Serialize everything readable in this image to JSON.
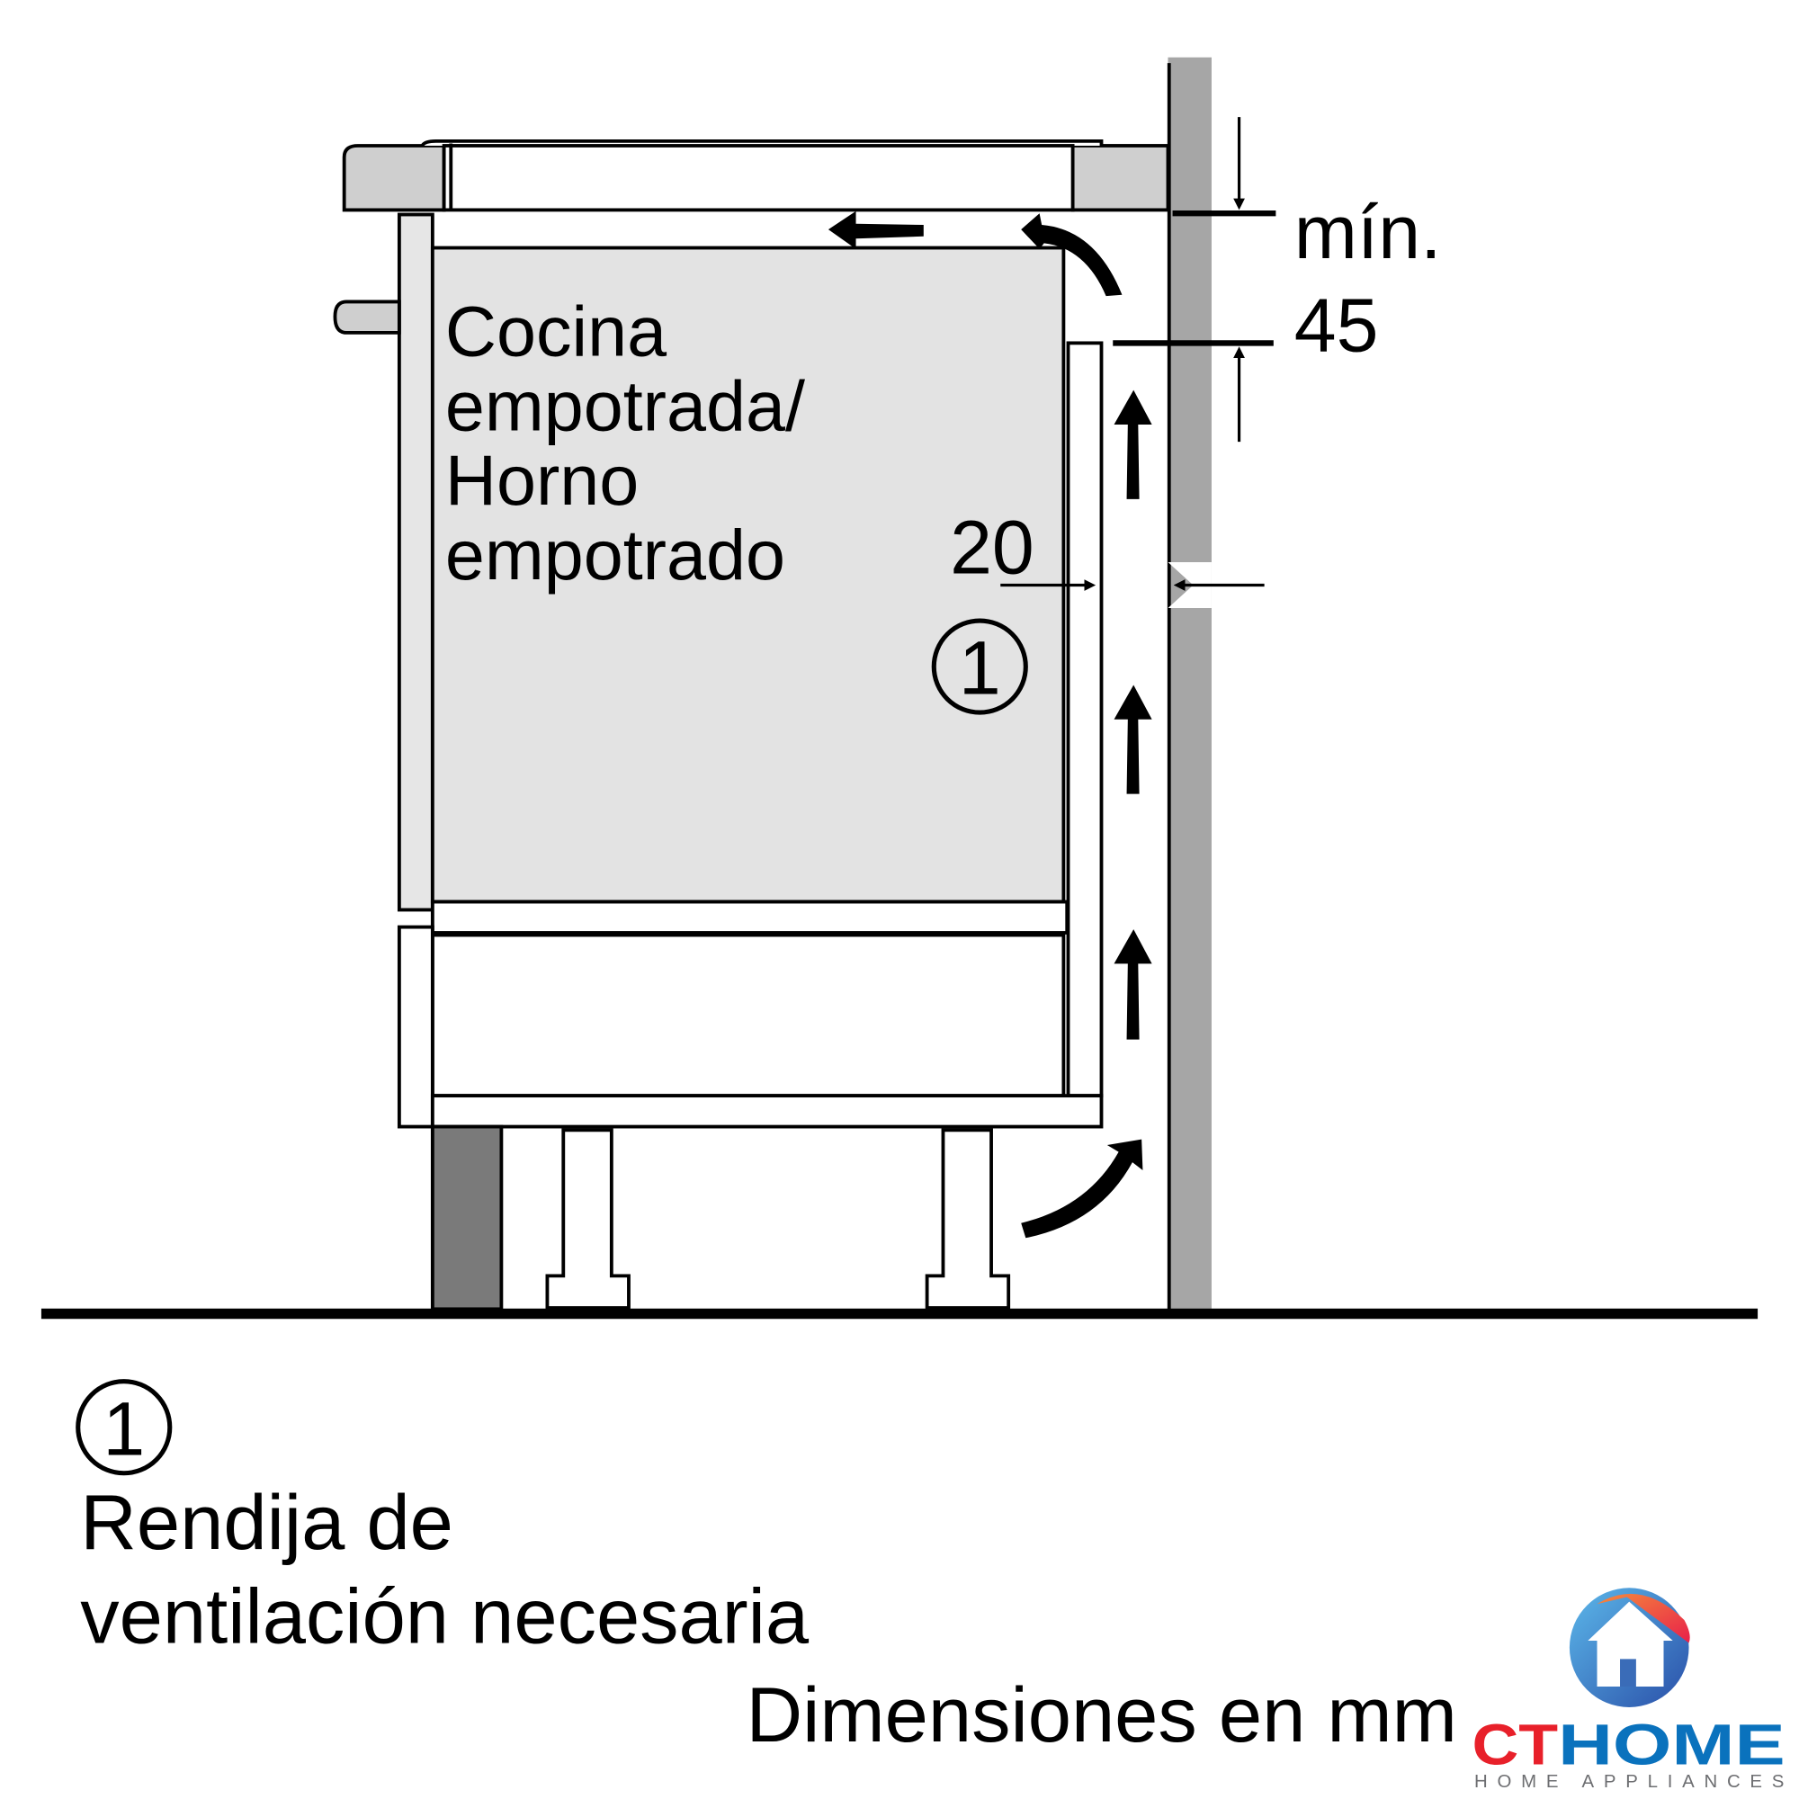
{
  "labels": {
    "appliance_line1": "Cocina",
    "appliance_line2": "empotrada/",
    "appliance_line3": "Horno",
    "appliance_line4": "empotrado",
    "gap_dimension": "20",
    "callout_marker": "1",
    "min_label": "mín.",
    "min_value": "45",
    "legend_marker": "1",
    "legend_line1": "Rendija de",
    "legend_line2": "ventilación necesaria",
    "units_note": "Dimensiones en mm"
  },
  "logo": {
    "brand_part1": "CT",
    "brand_part2": "HOME",
    "tagline": "HOME APPLIANCES",
    "colors": {
      "red": "#e8202a",
      "blue": "#0a72bd",
      "orange": "#f26b3a",
      "gray": "#6d6e71"
    }
  },
  "colors": {
    "wall": "#a6a6a6",
    "plinth": "#7a7a7a",
    "countertop": "#cfcfcf",
    "appliance": "#e3e3e3",
    "line": "#000000"
  }
}
